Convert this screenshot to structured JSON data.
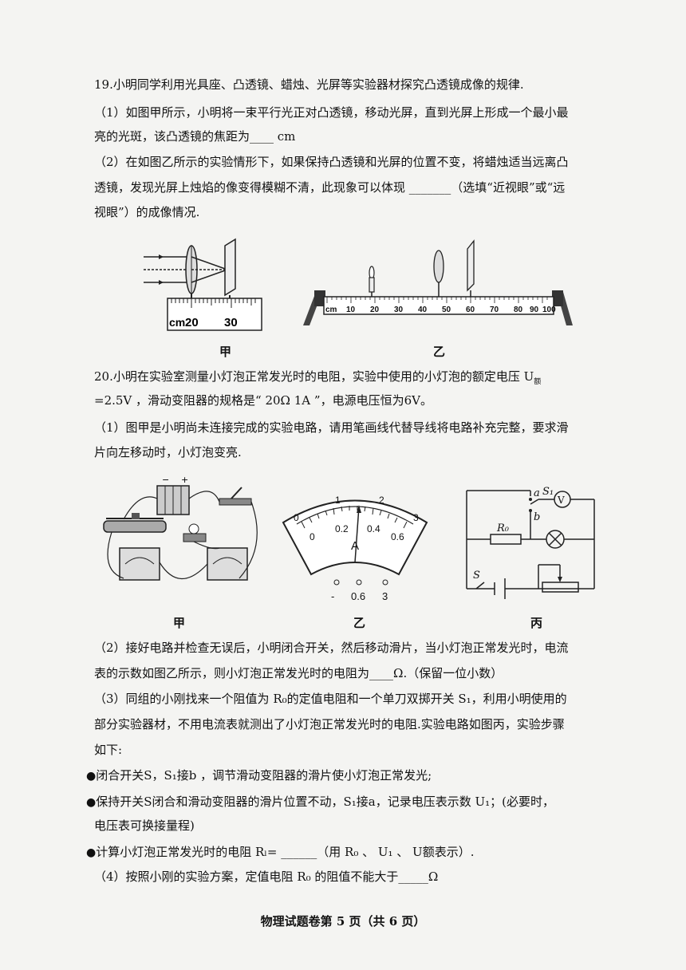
{
  "q19": {
    "stem": "19.小明同学利用光具座、凸透镜、蜡烛、光屏等实验器材探究凸透镜成像的规律.",
    "p1_line1": "（1）如图甲所示，小明将一束平行光正对凸透镜，移动光屏，直到光屏上形成一个最小最",
    "p1_line2": "亮的光斑，该凸透镜的焦距为____ cm",
    "p2_line1": "（2）在如图乙所示的实验情形下，如果保持凸透镜和光屏的位置不变，将蜡烛适当远离凸",
    "p2_line2": "透镜，发现光屏上烛焰的像变得模糊不清，此现象可以体现 _______（选填“近视眼”或“远",
    "p2_line3": "视眼”）的成像情况.",
    "fig_a": {
      "unit": "cm",
      "tick1": "20",
      "tick2": "30",
      "caption": "甲"
    },
    "fig_b": {
      "ticks": [
        "cm",
        "10",
        "20",
        "30",
        "40",
        "50",
        "60",
        "70",
        "80",
        "90",
        "100"
      ],
      "caption": "乙"
    }
  },
  "q20": {
    "stem_line1": "20.小明在实验室测量小灯泡正常发光时的电阻，实验中使用的小灯泡的额定电压 U",
    "stem_sub": "额",
    "stem_line2": "=2.5V ，滑动变阻器的规格是“ 20Ω   1A ”，电源电压恒为6V。",
    "p1_line1": "（1）图甲是小明尚未连接完成的实验电路，请用笔画线代替导线将电路补充完整，要求滑",
    "p1_line2": "片向左移动时，小灯泡变亮.",
    "fig_a_caption": "甲",
    "fig_b": {
      "outer_ticks": [
        "0",
        "1",
        "2",
        "3"
      ],
      "inner_ticks": [
        "0",
        "0.2",
        "0.4",
        "0.6"
      ],
      "unit": "A",
      "terminals": [
        "-",
        "0.6",
        "3"
      ],
      "caption": "乙"
    },
    "fig_c": {
      "labels": {
        "a": "a",
        "b": "b",
        "s1": "S₁",
        "v": "V",
        "r0": "R₀",
        "s": "S"
      },
      "caption": "丙"
    },
    "p2_line1": "（2）接好电路并检查无误后，小明闭合开关，然后移动滑片，当小灯泡正常发光时，电流",
    "p2_line2": "表的示数如图乙所示，则小灯泡正常发光时的电阻为____Ω.（保留一位小数）",
    "p3_line1": "（3）同组的小刚找来一个阻值为 R₀的定值电阻和一个单刀双掷开关 S₁，利用小明使用的",
    "p3_line2": "部分实验器材，不用电流表就测出了小灯泡正常发光时的电阻.实验电路如图丙，实验步骤",
    "p3_line3": "如下:",
    "step1": "闭合开关S，S₁接b ，调节滑动变阻器的滑片使小灯泡正常发光;",
    "step2_line1": "保持开关S闭合和滑动变阻器的滑片位置不动，S₁接a，记录电压表示数 U₁；(必要时，",
    "step2_line2": "电压表可换接量程)",
    "step3": "计算小灯泡正常发光时的电阻 Rₗ= ______（用 R₀ 、 U₁ 、 U额表示）.",
    "p4": "（4）按照小刚的实验方案，定值电阻 R₀ 的阻值不能大于_____Ω"
  },
  "footer": "物理试题卷第 5 页（共 6 页）"
}
